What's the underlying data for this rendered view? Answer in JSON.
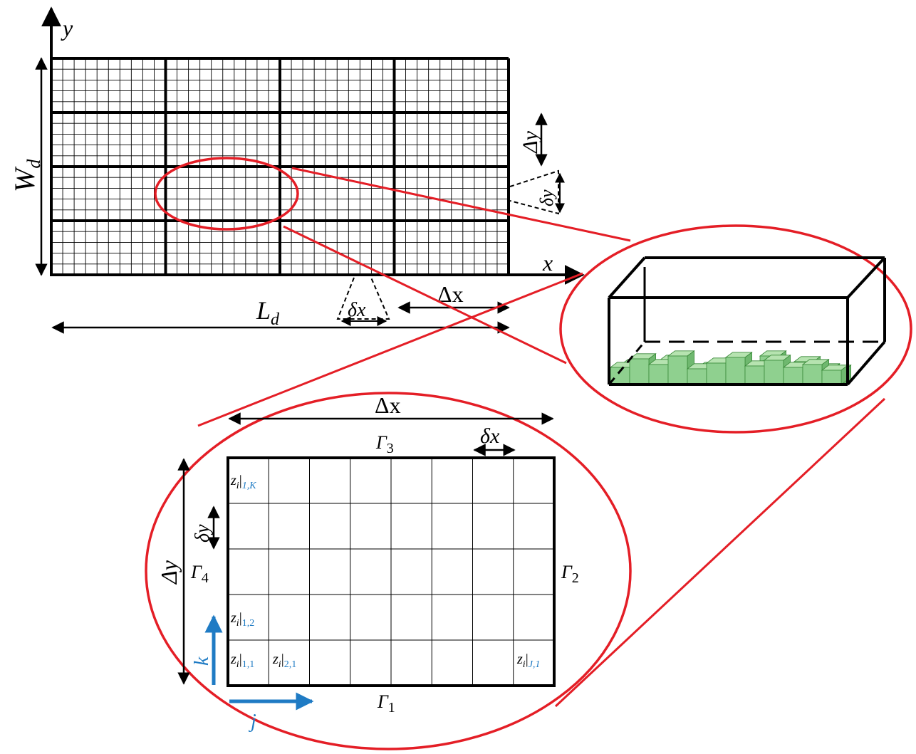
{
  "colors": {
    "ink": "#000000",
    "highlight": "#e41e26",
    "index_arrow": "#1f7bc4",
    "block_fill": "#8fd08f",
    "block_edge": "#3a8a3a"
  },
  "domain_labels": {
    "axis_y": "y",
    "axis_x": "x",
    "width": "W",
    "width_sub": "d",
    "length": "L",
    "length_sub": "d",
    "cell_dy": "Δy",
    "cell_dx": "Δx",
    "fine_dy": "δy",
    "fine_dx": "δx"
  },
  "zoom_labels": {
    "cell_dx": "Δx",
    "fine_dx": "δx",
    "cell_dy": "Δy",
    "fine_dy": "δy",
    "gamma1": "Γ",
    "gamma1_sub": "1",
    "gamma2": "Γ",
    "gamma2_sub": "2",
    "gamma3": "Γ",
    "gamma3_sub": "3",
    "gamma4": "Γ",
    "gamma4_sub": "4",
    "z_var": "z",
    "z_sub": "i",
    "bar": "|",
    "idx_1K": "1,K",
    "idx_12": "1,2",
    "idx_11": "1,1",
    "idx_21": "2,1",
    "idx_J1": "J,1",
    "dir_k": "k",
    "dir_j": "j"
  }
}
